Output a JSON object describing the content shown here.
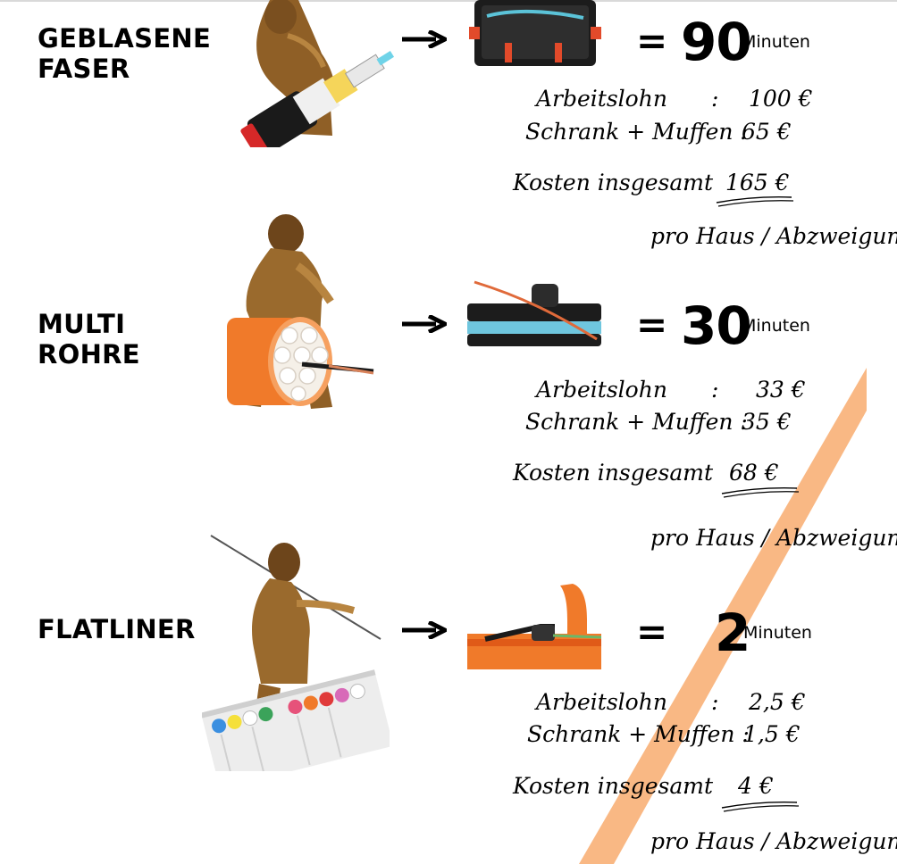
{
  "units_label": "Minuten",
  "equals_sign": "=",
  "colors": {
    "stripe": "#f8b27a",
    "orange": "#f26b1f",
    "skin": "#9b6a2b"
  },
  "sections": [
    {
      "label_lines": [
        "GEBLASENE",
        "FASER"
      ],
      "minutes": "90",
      "labor_label": "Arbeitslohn",
      "labor_sep": ":",
      "labor_value": "100 €",
      "cabinet_label": "Schrank + Muffen :",
      "cabinet_value": "65 €",
      "total_label": "Kosten insgesamt",
      "total_sep": ":",
      "total_value": "165 €",
      "per_house": "pro Haus / Abzweigung",
      "icon": "syringe-cable-icon",
      "product_icon": "splice-closure-icon"
    },
    {
      "label_lines": [
        "MULTI",
        "ROHRE"
      ],
      "minutes": "30",
      "labor_label": "Arbeitslohn",
      "labor_sep": ":",
      "labor_value": "33 €",
      "cabinet_label": "Schrank + Muffen :",
      "cabinet_value": "35 €",
      "total_label": "Kosten insgesamt",
      "total_sep": ":",
      "total_value": "68 €",
      "per_house": "pro Haus / Abzweigung",
      "icon": "multiduct-roll-icon",
      "product_icon": "cable-joint-icon"
    },
    {
      "label_lines": [
        "FLATLINER"
      ],
      "minutes": "2",
      "labor_label": "Arbeitslohn",
      "labor_sep": ":",
      "labor_value": "2,5 €",
      "cabinet_label": "Schrank + Muffen :",
      "cabinet_value": "1,5 €",
      "total_label": "Kosten insgesamt",
      "total_sep": ":",
      "total_value": "4 €",
      "per_house": "pro Haus / Abzweigung",
      "icon": "spear-flat-ducts-icon",
      "product_icon": "flat-duct-icon"
    }
  ]
}
